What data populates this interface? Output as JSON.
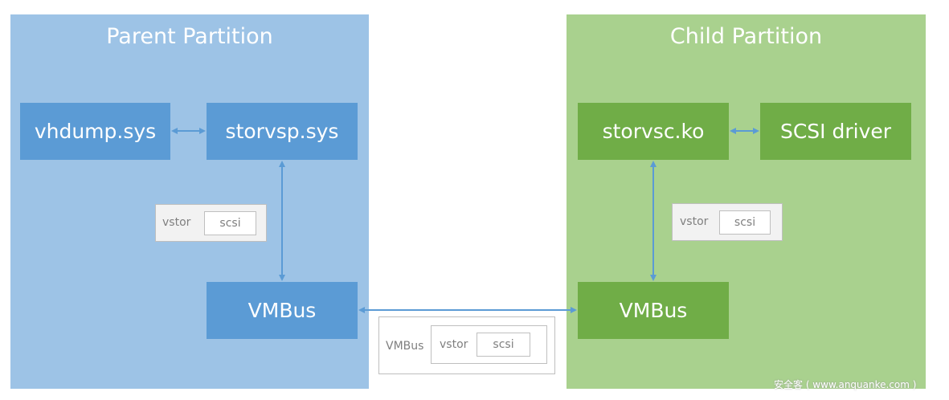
{
  "parent": {
    "title": "Parent Partition",
    "vhdump": "vhdump.sys",
    "storvsp": "storvsp.sys",
    "vmbus": "VMBus",
    "packet": {
      "outer": "vstor",
      "inner": "scsi"
    }
  },
  "child": {
    "title": "Child Partition",
    "storvsc": "storvsc.ko",
    "scsi_driver": "SCSI driver",
    "vmbus": "VMBus",
    "packet": {
      "outer": "vstor",
      "inner": "scsi"
    }
  },
  "bus_packet": {
    "outer": "VMBus",
    "middle": "vstor",
    "inner": "scsi"
  },
  "colors": {
    "parent_bg": "#9dc3e6",
    "parent_box": "#5b9bd5",
    "child_bg": "#a9d18e",
    "child_box": "#70ad47",
    "arrow": "#5b9bd5"
  },
  "watermark": "安全客 ( www.anquanke.com )"
}
